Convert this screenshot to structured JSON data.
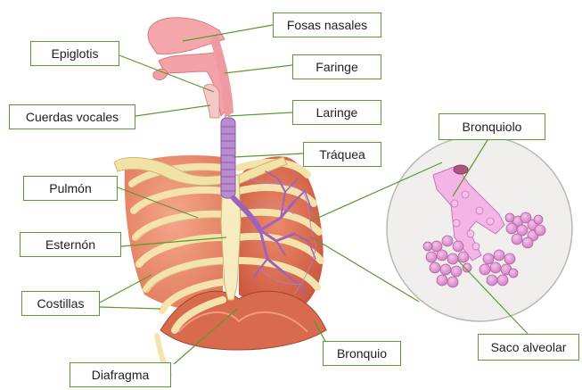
{
  "labels": {
    "fosas_nasales": "Fosas nasales",
    "epiglotis": "Epiglotis",
    "faringe": "Faringe",
    "cuerdas_vocales": "Cuerdas vocales",
    "laringe": "Laringe",
    "traquea": "Tráquea",
    "bronquiolo": "Bronquiolo",
    "pulmon": "Pulmón",
    "esternon": "Esternón",
    "costillas": "Costillas",
    "bronquio": "Bronquio",
    "saco_alveolar": "Saco alveolar",
    "diafragma": "Diafragma"
  },
  "colors": {
    "label_border": "#5a9a2e",
    "leader_line": "#5a9a2e",
    "airway_pink": "#f2a0a6",
    "bone": "#f3e2a6",
    "lung_red": "#d9674a",
    "bronchi_purple": "#a06ac0",
    "alveoli_pink": "#e39ad6"
  }
}
